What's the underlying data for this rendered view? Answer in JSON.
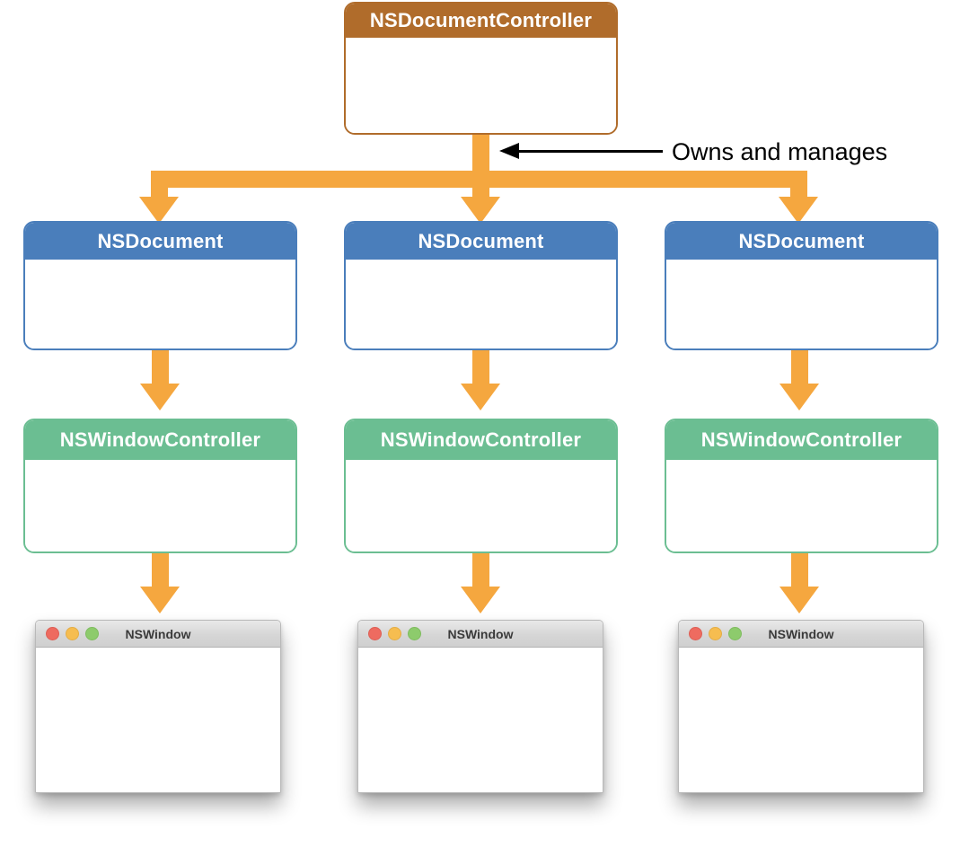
{
  "diagram": {
    "title": "NSDocumentController ownership diagram",
    "colors": {
      "controller": "#b06c2b",
      "document": "#4a7ebb",
      "window_controller": "#6bbe92",
      "arrow": "#f5a73f",
      "annotation": "#000000",
      "window_titlebar": "#d6d6d6",
      "traffic_red": "#ee6b60",
      "traffic_yellow": "#f6bd50",
      "traffic_green": "#8dcb6c"
    },
    "controller": {
      "label": "NSDocumentController"
    },
    "annotation": {
      "label": "Owns and manages"
    },
    "columns": [
      {
        "document_label": "NSDocument",
        "window_controller_label": "NSWindowController",
        "window_title": "NSWindow"
      },
      {
        "document_label": "NSDocument",
        "window_controller_label": "NSWindowController",
        "window_title": "NSWindow"
      },
      {
        "document_label": "NSDocument",
        "window_controller_label": "NSWindowController",
        "window_title": "NSWindow"
      }
    ],
    "traffic_lights": [
      "close",
      "minimize",
      "zoom"
    ]
  }
}
